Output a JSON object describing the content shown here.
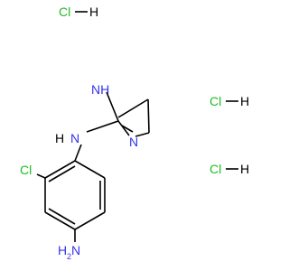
{
  "structure": {
    "salt_top": {
      "cl": "Cl",
      "h": "H"
    },
    "salt_mid": {
      "cl": "Cl",
      "h": "H"
    },
    "salt_bot": {
      "cl": "Cl",
      "h": "H"
    },
    "atoms": {
      "ring_nh": "NH",
      "ring_n": "N",
      "bridge_n": "N",
      "bridge_h": "H",
      "chloro": "Cl",
      "amine_n": "N",
      "amine_h": "H",
      "amine_h_count": "2"
    }
  },
  "colors": {
    "bond": "#000000",
    "nitrogen": "#3333ee",
    "chlorine": "#22bb22"
  }
}
